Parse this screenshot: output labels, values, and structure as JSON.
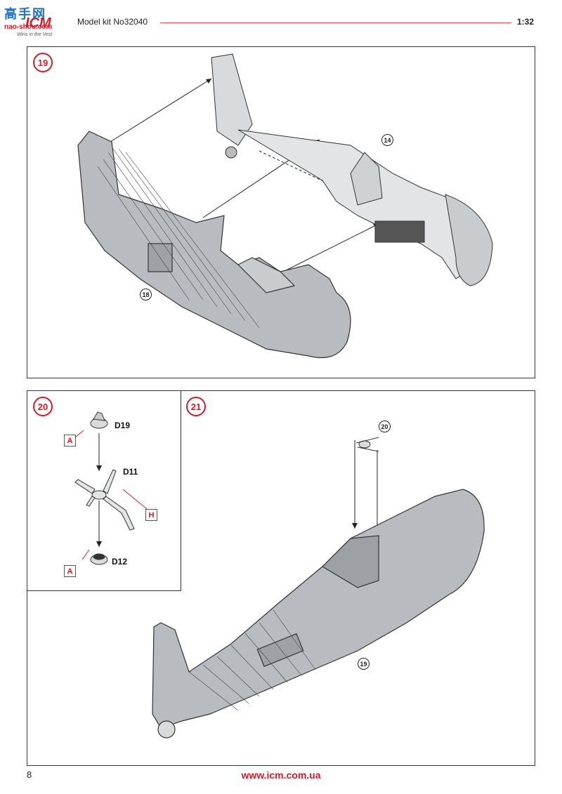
{
  "header": {
    "logo_cn": "高手网",
    "logo_brand": "ICM",
    "logo_site": "nao-shou.com",
    "logo_tagline": "Wins in the Vest",
    "title": "Model kit No32040",
    "scale": "1:32"
  },
  "steps": {
    "s19": {
      "number": "19",
      "refs": [
        "14",
        "18"
      ]
    },
    "s20": {
      "number": "20",
      "parts": [
        "D19",
        "D11",
        "D12"
      ],
      "paints": [
        "A",
        "H",
        "A"
      ]
    },
    "s21": {
      "number": "21",
      "refs": [
        "20",
        "19"
      ]
    }
  },
  "footer": {
    "page": "8",
    "url": "www.icm.com.ua"
  },
  "colors": {
    "accent_red": "#d21e2a",
    "logo_blue": "#1e73c9",
    "part_gray": "#b8bcc0"
  }
}
